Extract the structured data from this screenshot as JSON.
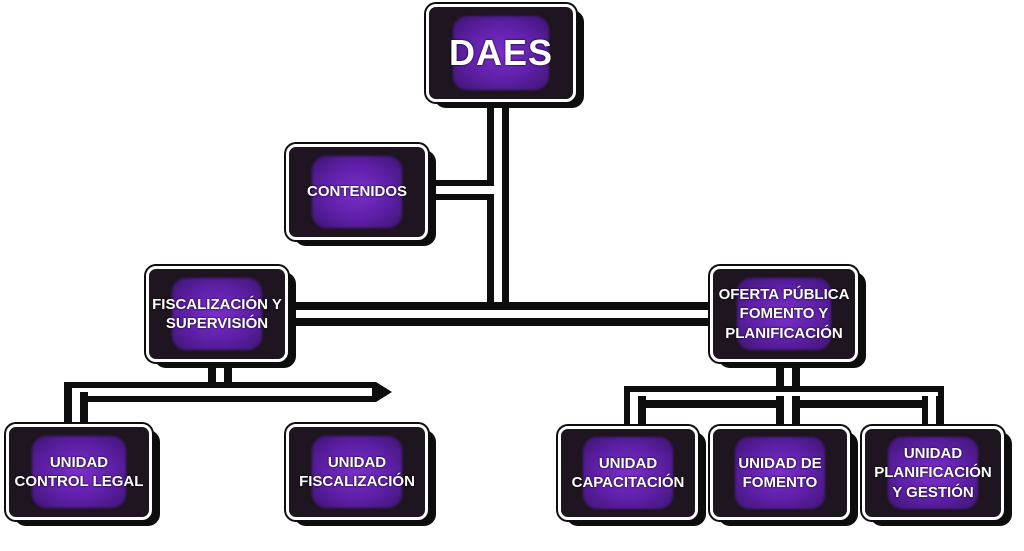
{
  "colors": {
    "box_fill": "#1e1520",
    "accent": "#6a26b8",
    "line": "#0d0d0d",
    "border": "#ffffff"
  },
  "nodes": {
    "daes": "DAES",
    "contenidos": "CONTENIDOS",
    "fiscalizacion_supervision": "FISCALIZACIÓN Y\nSUPERVISIÓN",
    "oferta_publica": "OFERTA PÚBLICA\nFOMENTO Y\nPLANIFICACIÓN",
    "unidad_control_legal": "UNIDAD\nCONTROL LEGAL",
    "unidad_fiscalizacion": "UNIDAD\nFISCALIZACIÓN",
    "unidad_capacitacion": "UNIDAD\nCAPACITACIÓN",
    "unidad_fomento": "UNIDAD DE\nFOMENTO",
    "unidad_planificacion": "UNIDAD\nPLANIFICACIÓN\nY GESTIÓN"
  }
}
